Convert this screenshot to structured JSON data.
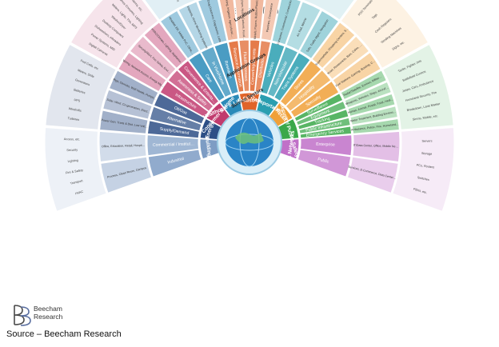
{
  "title": "The Internet of Things",
  "source": "Source – Beecham Research",
  "logo": {
    "line1": "Beecham",
    "line2": "Research"
  },
  "ring_headers": [
    "Service Sectors",
    "Application Groups",
    "Locations",
    "Devices"
  ],
  "center_label": "",
  "colors": {
    "buildings": "#6f8fb8",
    "energy": "#2d4f86",
    "consumer": "#c13b6e",
    "healthcare": "#2a8ab8",
    "industrial": "#e0642a",
    "transportation": "#2a9eb0",
    "retail": "#f0a038",
    "security": "#3aa84a",
    "it": "#c070c8"
  },
  "sectors": [
    {
      "id": "buildings",
      "label": "Buildings",
      "color": "#7d9cc4",
      "groups": [
        "Industrial",
        "Commercial / Institutional"
      ],
      "locations": [
        "Process, Clean Room, Campus",
        "Office, Education, Retail, Hospitality, Healthcare, Airports, Stadiums"
      ],
      "devices": [
        "HVAC",
        "Transport",
        "Fire & Safety",
        "Lighting",
        "Security",
        "Access, etc."
      ]
    },
    {
      "id": "energy",
      "label": "Energy",
      "color": "#2d4f86",
      "groups": [
        "Supply/Demand",
        "Alternative",
        "Oil/Gas"
      ],
      "locations": [
        "Power Gen, Trans & Dist, Low Voltage, Power Quality, Energy Mgmt",
        "Solar, Wind, Co-generation, Electrochemical",
        "Rigs, Derricks, Well Heads, Pumps, Pipelines"
      ],
      "devices": [
        "Turbines",
        "Windmills",
        "UPS",
        "Batteries",
        "Generators",
        "Meters, Drills",
        "Fuel Cells, etc."
      ]
    },
    {
      "id": "consumer",
      "label": "Consumer & Home",
      "color": "#c13b6e",
      "groups": [
        "Infrastructure",
        "Awareness & Safety",
        "Convenience & Entertainment"
      ],
      "locations": [
        "Wiring, Network Access, Energy Mgmt",
        "Security/Alert, Fire Safety, Environmental Safety, Elderly, Children, Power Protection",
        "HVAC/Climate, Lighting, Appliance, Entertainment"
      ],
      "devices": [
        "Digital Cameras",
        "Power Systems, MID",
        "Dishwashers, eReaders",
        "Desktop Computers",
        "Washer/Dryer",
        "Meters, Lights, TVs, MP3",
        "Games Consoles, Lighting",
        "Alarms, etc."
      ]
    },
    {
      "id": "healthcare",
      "label": "Healthcare & Life Science",
      "color": "#2a8ab8",
      "groups": [
        "Care",
        "In Vivo/Home",
        "Research"
      ],
      "locations": [
        "Hospital, ER, Mobile PoC, Clinic, Labs, Doctor Office",
        "Implants, Home Monitoring Systems",
        "Drug Discovery, Diagnostics, Labs"
      ],
      "devices": [
        "MRI, PDAs",
        "Implants, Surgical Equipment",
        "Pumps, Monitors",
        "Telemedicine, etc."
      ]
    },
    {
      "id": "industrial",
      "label": "Industrial",
      "color": "#e0642a",
      "groups": [
        "Resource Automation",
        "Fluid/Processes",
        "Converting/Discrete",
        "Distribution"
      ],
      "locations": [
        "Mining, Irrigation, Agricultural, Woodland",
        "Petro-chem, Hydro, Carbons, Food, Beverage",
        "Metals, Papers, Rubber/Plastic, Metalworking, Electronics Assembly/Test",
        "Pipelines, Conveyance"
      ],
      "devices": [
        "Pumps, Valves, Vats, Conveyors, Pipelines",
        "Motors, Drives, Converting, Fabrication",
        "Assembly/Packaging, Vessels/Tanks, etc."
      ]
    },
    {
      "id": "transportation",
      "label": "Transportation",
      "color": "#2a9eb0",
      "groups": [
        "Vehicles",
        "Non-Vehicular",
        "Trans Systems"
      ],
      "locations": [
        "Consumer, Commercial, Construction, Off-Highway",
        "Air, Rail, Marine",
        "Tolls, Traffic Mgmt, Navigation"
      ],
      "devices": [
        "Vehicles, Lights, Ships",
        "Planes, Signage",
        "Tolls, etc."
      ]
    },
    {
      "id": "retail",
      "label": "Retail",
      "color": "#f0a038",
      "groups": [
        "Stores",
        "Hospitality",
        "Specialty"
      ],
      "locations": [
        "Supermarkets, Shopping Centers, Single Site, Distribution Centers",
        "Hotel, Restaurants, Bars, Cafes, Clubs",
        "Fuel Stations, Gaming, Bowling, Cinema, Discos, Special Events"
      ],
      "devices": [
        "POS Terminals",
        "Tags",
        "Cash Registers",
        "Vending Machines",
        "Signs, etc."
      ]
    },
    {
      "id": "security",
      "label": "Security/ Public Safety",
      "color": "#3aa84a",
      "groups": [
        "Surveillance",
        "Equipment",
        "Tracking",
        "Public Infrastructure",
        "Emergency Services"
      ],
      "locations": [
        "Radar/Satellite, Environ, Military Security, Unmanned, Fixed",
        "Weapons, Vehicles, Ships, Aircraft, Gear",
        "Human, Animal, Postal, Food, Health, Packaging, Baggage",
        "Water Treatment, Building Environ, General Env.",
        "Ambulance, Police, Fire, Homeland Security, Environmental Monitoring"
      ],
      "devices": [
        "Tanks, Fighter Jets",
        "Battlefield Comms",
        "Jeeps, Cars, Ambulance",
        "Homeland Security, Fire",
        "Breakdown, Lane Marker",
        "Sirens, Mobile, etc."
      ]
    },
    {
      "id": "it",
      "label": "IT & Networks",
      "color": "#c070c8",
      "groups": [
        "Enterprise",
        "Public"
      ],
      "locations": [
        "IT/Data Center, Office, Mobile Nets",
        "Services, E-Commerce, Data Centers, Mobile Carriers, ISPs"
      ],
      "devices": [
        "Servers",
        "Storage",
        "PCs, Routers",
        "Switches",
        "PBXs, etc."
      ]
    }
  ]
}
